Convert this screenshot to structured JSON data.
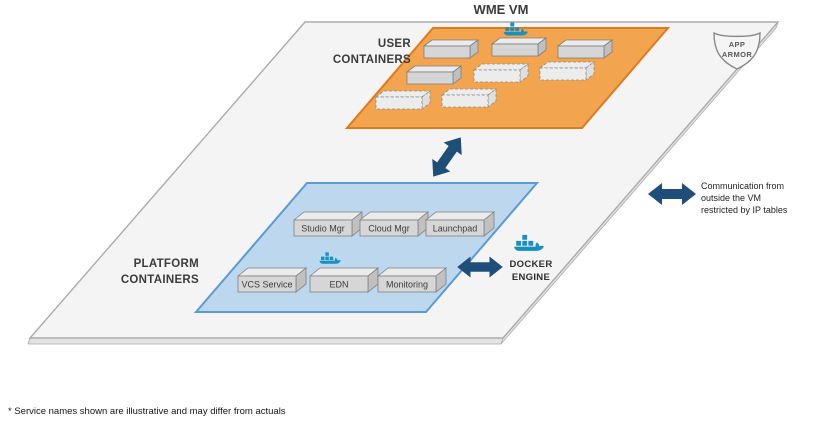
{
  "title": "WME VM",
  "footnote": "* Service names shown are illustrative and may differ from actuals",
  "app_armor": {
    "line1": "APP",
    "line2": "ARMOR"
  },
  "user_containers": {
    "line1": "USER",
    "line2": "CONTAINERS"
  },
  "platform_containers": {
    "line1": "PLATFORM",
    "line2": "CONTAINERS",
    "services": [
      "Studio Mgr",
      "Cloud Mgr",
      "Launchpad",
      "VCS Service",
      "EDN",
      "Monitoring"
    ]
  },
  "docker_engine": {
    "line1": "DOCKER",
    "line2": "ENGINE"
  },
  "external_note": {
    "line1": "Communication from",
    "line2": "outside the VM",
    "line3": "restricted by IP tables"
  },
  "colors": {
    "user_area_fill": "#F2A44F",
    "user_area_border": "#DE7B1F",
    "platform_area_fill": "#BDD7EE",
    "platform_area_border": "#5B9BD5",
    "arrow": "#1F4E79",
    "docker": "#1791C1",
    "box_fill": "#D6D6D6",
    "plane_fill": "#F4F4F4"
  }
}
